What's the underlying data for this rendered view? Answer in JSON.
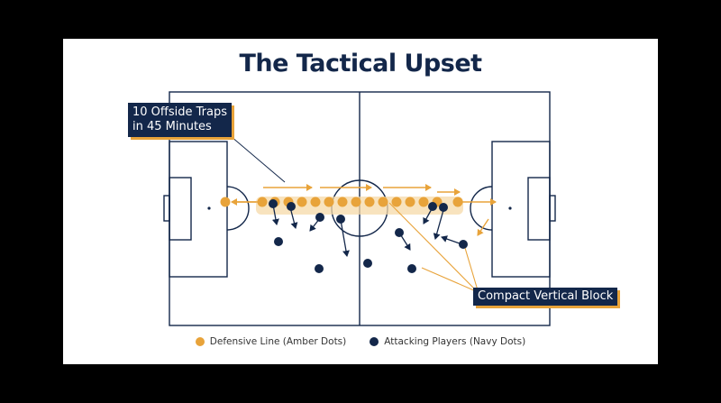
{
  "title": "The Tactical Upset",
  "callouts": {
    "offside": [
      "10 Offside Traps",
      "in 45 Minutes"
    ],
    "block": "Compact Vertical Block"
  },
  "legend": [
    {
      "label": "Defensive Line (Amber Dots)",
      "color": "#e8a33a"
    },
    {
      "label": "Attacking Players (Navy Dots)",
      "color": "#13274a"
    }
  ],
  "colors": {
    "amber": "#e8a33a",
    "navy": "#13274a",
    "line": "#13274a",
    "band": "#f6d9a8"
  }
}
